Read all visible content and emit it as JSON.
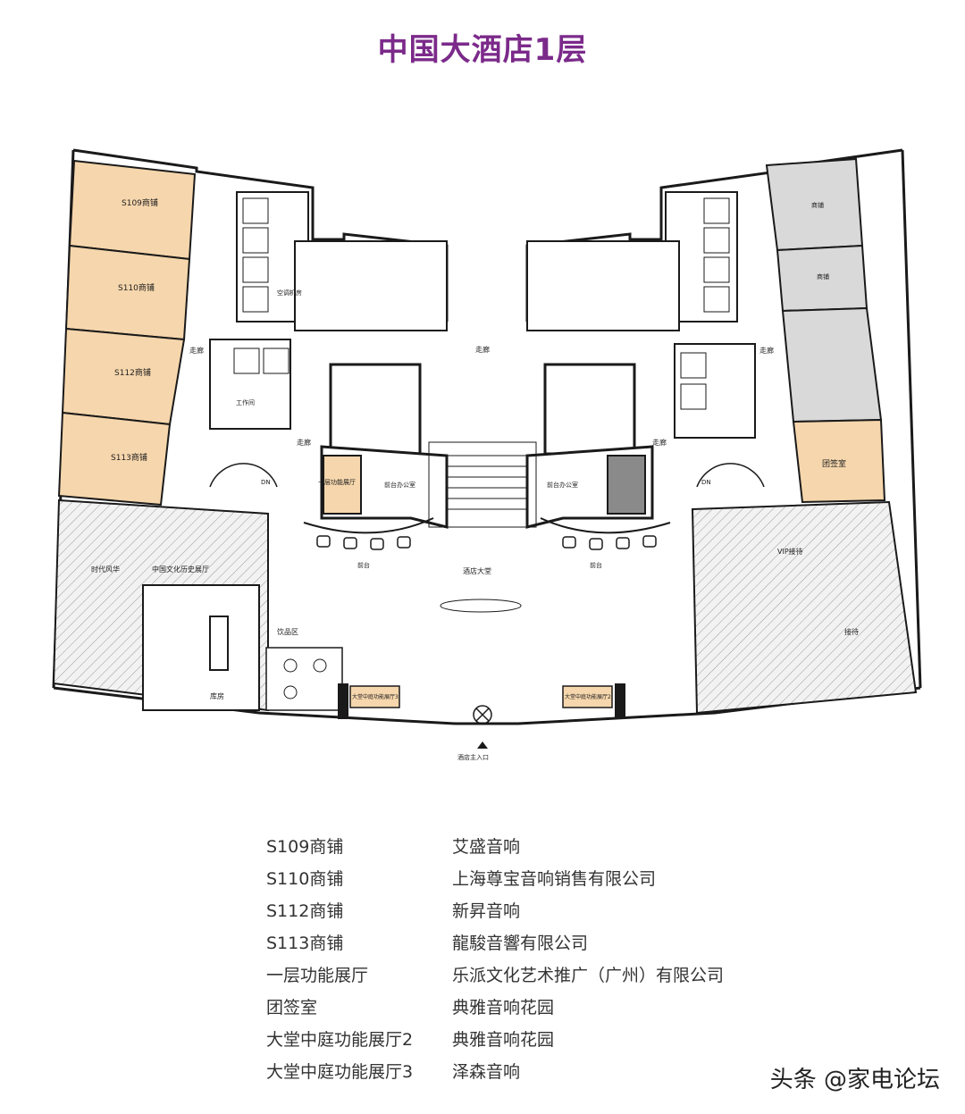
{
  "title": "中国大酒店1层",
  "colors": {
    "title": "#7b2a8a",
    "shop": "#f6d6ac",
    "grey_room": "#d9d9d9",
    "hatch": "#9a9a9a",
    "wall": "#1a1a1a"
  },
  "plan_labels": {
    "s109": "S109商铺",
    "s110": "S110商铺",
    "s112": "S112商铺",
    "s113": "S113商铺",
    "corridor_left": "走廊",
    "corridor_top": "走廊",
    "corridor_right": "走廊",
    "corridor_mid_left": "走廊",
    "corridor_mid_right": "走廊",
    "hall1": "一层功能展厅",
    "front_office_left": "前台办公室",
    "front_office_right": "前台办公室",
    "lobby": "酒店大堂",
    "front_desk_left": "前台",
    "front_desk_right": "前台",
    "drink_area": "饮品区",
    "atrium2": "大堂中庭功能展厅2",
    "atrium3": "大堂中庭功能展厅3",
    "entrance": "酒店主入口",
    "tuanqian": "团签室",
    "vip": "VIP接待",
    "reception": "接待",
    "storage": "库房",
    "workroom": "工作间",
    "ac_room": "空调机房",
    "dn_left": "DN",
    "dn_right": "DN",
    "era": "时代风华",
    "history": "中国文化历史展厅",
    "shop_right_top": "商铺",
    "shop_right_mid": "商铺"
  },
  "legend": [
    {
      "key": "S109商铺",
      "value": "艾盛音响"
    },
    {
      "key": "S110商铺",
      "value": "上海尊宝音响销售有限公司"
    },
    {
      "key": "S112商铺",
      "value": "新昇音响"
    },
    {
      "key": "S113商铺",
      "value": "龍駿音響有限公司"
    },
    {
      "key": "一层功能展厅",
      "value": "乐派文化艺术推广（广州）有限公司"
    },
    {
      "key": "团签室",
      "value": "典雅音响花园"
    },
    {
      "key": "大堂中庭功能展厅2",
      "value": "典雅音响花园"
    },
    {
      "key": "大堂中庭功能展厅3",
      "value": "泽森音响"
    }
  ],
  "watermark": "头条 @家电论坛"
}
